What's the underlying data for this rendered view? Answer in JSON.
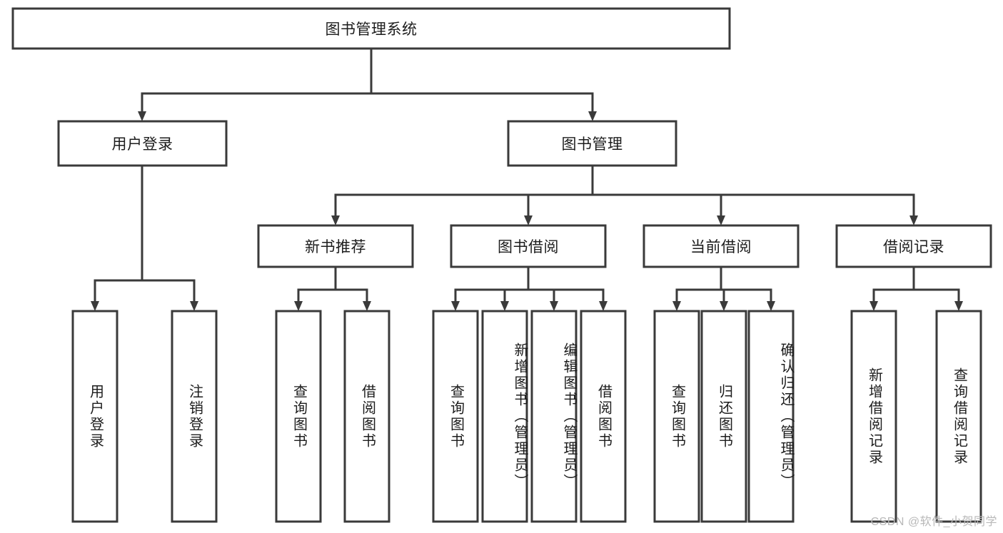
{
  "diagram": {
    "title": "图书管理系统",
    "type": "tree-hierarchy",
    "colors": {
      "stroke": "#3a3a3a",
      "fill": "#ffffff",
      "text": "#1c1c1c",
      "watermark": "#b8b8b8"
    },
    "nodes": {
      "root": {
        "label": "图书管理系统",
        "orientation": "horizontal"
      },
      "level2": [
        {
          "label": "用户登录",
          "orientation": "horizontal"
        },
        {
          "label": "图书管理",
          "orientation": "horizontal"
        }
      ],
      "level3": [
        {
          "label": "新书推荐",
          "orientation": "horizontal"
        },
        {
          "label": "图书借阅",
          "orientation": "horizontal"
        },
        {
          "label": "当前借阅",
          "orientation": "horizontal"
        },
        {
          "label": "借阅记录",
          "orientation": "horizontal"
        }
      ],
      "leaves": [
        {
          "label": "用户登录",
          "orientation": "vertical",
          "parent": "用户登录"
        },
        {
          "label": "注销登录",
          "orientation": "vertical",
          "parent": "用户登录"
        },
        {
          "label": "查询图书",
          "orientation": "vertical",
          "parent": "新书推荐"
        },
        {
          "label": "借阅图书",
          "orientation": "vertical",
          "parent": "新书推荐"
        },
        {
          "label": "查询图书",
          "orientation": "vertical",
          "parent": "图书借阅"
        },
        {
          "label": "新增图书（管理员）",
          "orientation": "vertical",
          "parent": "图书借阅"
        },
        {
          "label": "编辑图书（管理员）",
          "orientation": "vertical",
          "parent": "图书借阅"
        },
        {
          "label": "借阅图书",
          "orientation": "vertical",
          "parent": "图书借阅"
        },
        {
          "label": "查询图书",
          "orientation": "vertical",
          "parent": "当前借阅"
        },
        {
          "label": "归还图书",
          "orientation": "vertical",
          "parent": "当前借阅"
        },
        {
          "label": "确认归还（管理员）",
          "orientation": "vertical",
          "parent": "当前借阅"
        },
        {
          "label": "新增借阅记录",
          "orientation": "vertical",
          "parent": "借阅记录"
        },
        {
          "label": "查询借阅记录",
          "orientation": "vertical",
          "parent": "借阅记录"
        }
      ]
    }
  },
  "watermark": {
    "text": "CSDN @软件_小贺同学"
  }
}
